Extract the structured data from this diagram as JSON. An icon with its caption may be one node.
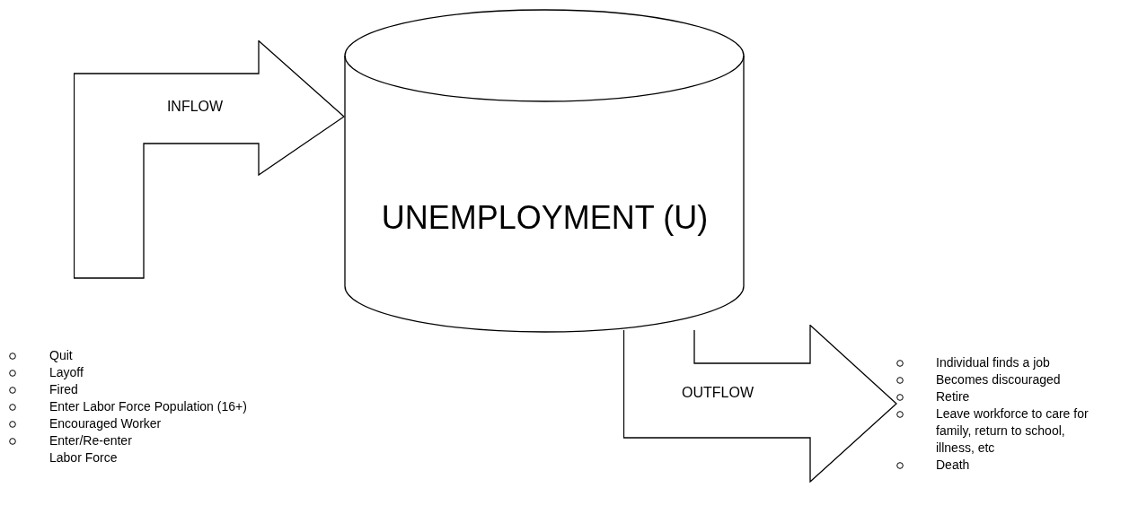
{
  "diagram": {
    "nodes": [
      {
        "text": [
          "INFLOW"
        ]
      },
      {
        "text": [
          "UNEMPLOYMENT (U)"
        ]
      },
      {
        "text": [
          "OUTFLOW"
        ]
      }
    ],
    "labels": [
      "Quit",
      "Layoff",
      "Fired",
      "Enter Labor Force Population (16+)",
      "Encouraged Worker",
      "Enter/Re-enter Labor Force",
      "Individual finds a job",
      "Becomes discouraged",
      "Retire",
      "Leave workforce to care for family, return to school, illness, etc",
      "Death"
    ]
  }
}
